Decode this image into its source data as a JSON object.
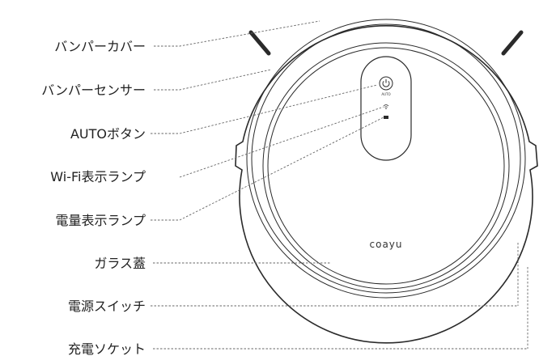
{
  "diagram": {
    "labels": [
      "バンパーカバー",
      "バンパーセンサー",
      "AUTOボタン",
      "Wi-Fi表示ランプ",
      "電量表示ランプ",
      "ガラス蓋",
      "電源スイッチ",
      "充電ソケット"
    ],
    "brand": "coayu",
    "auto_text": "AUTO",
    "icons": [
      "power-icon",
      "wifi-icon",
      "battery-icon"
    ]
  }
}
